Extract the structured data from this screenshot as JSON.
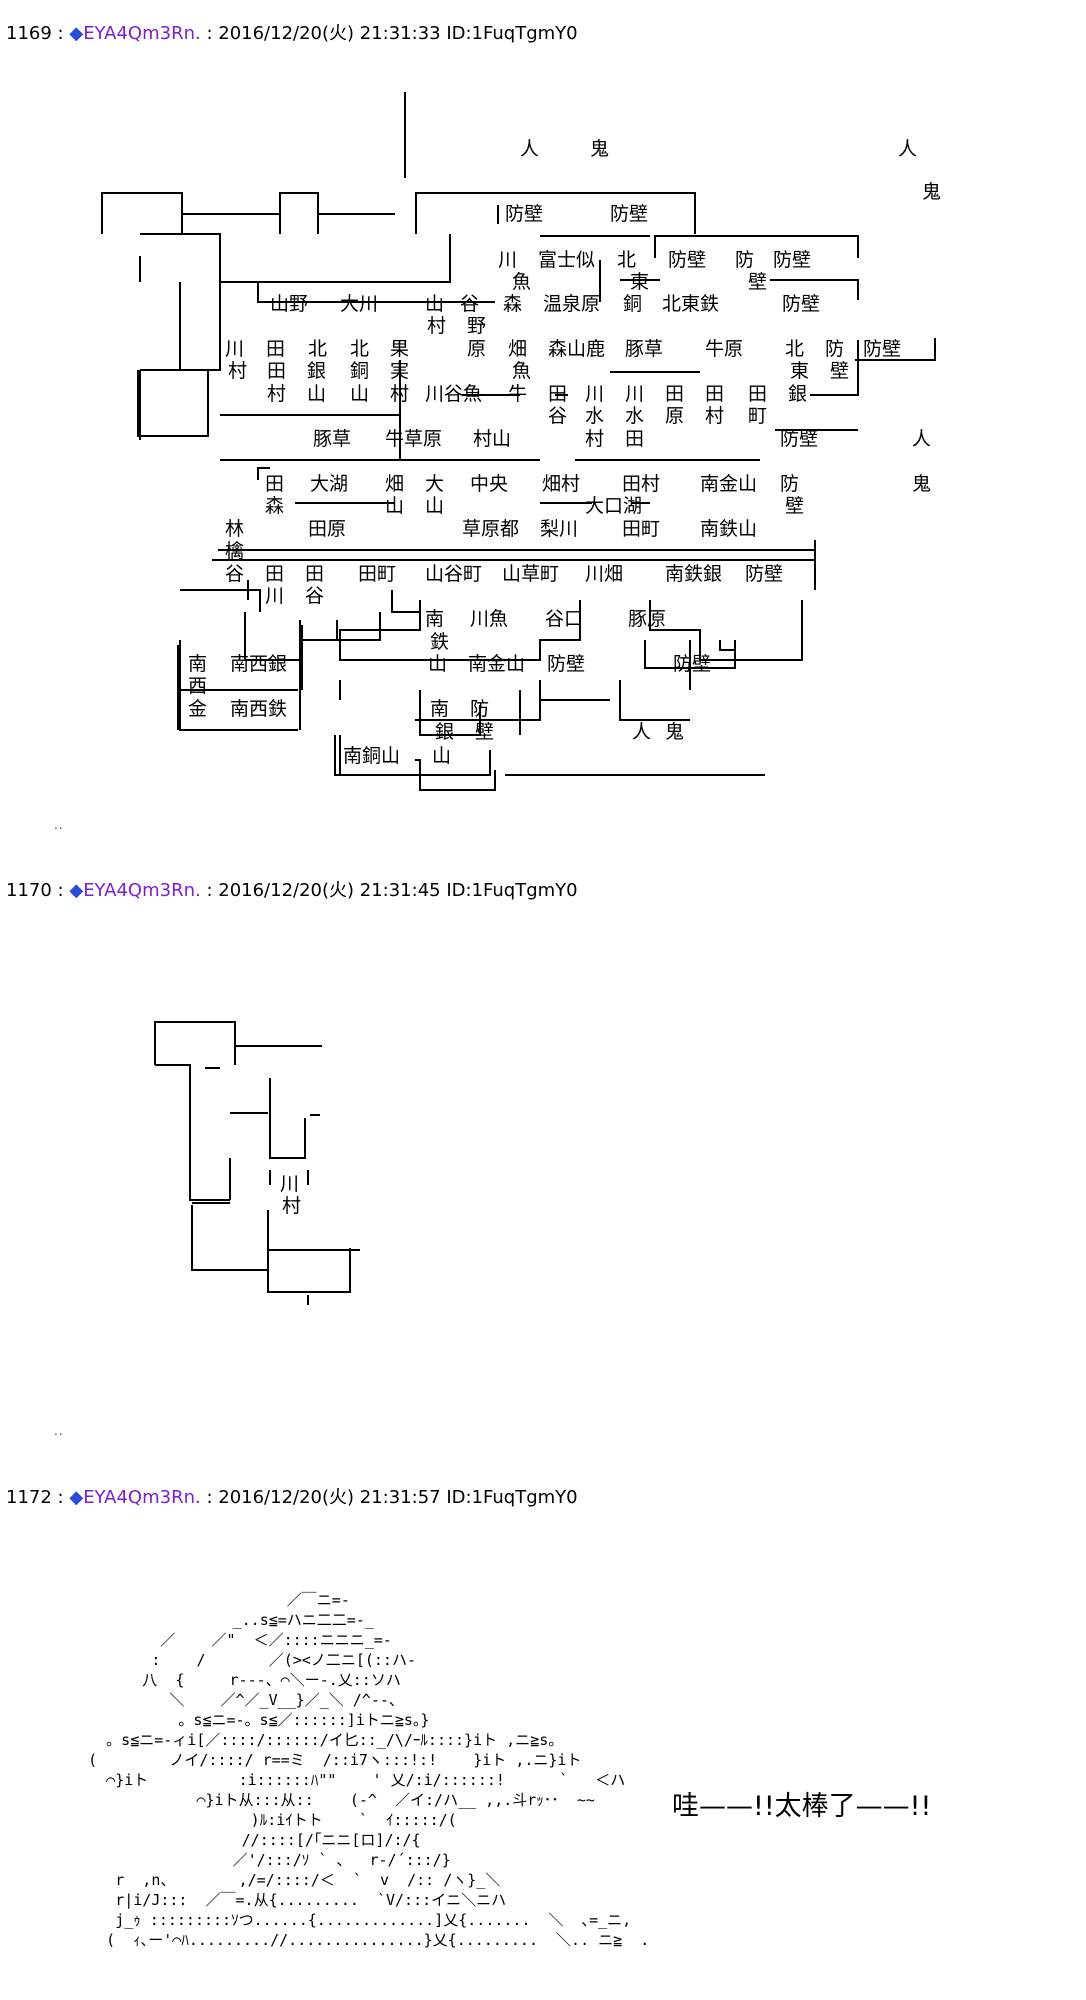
{
  "posts": [
    {
      "number": "1169 :",
      "diamond": "◆",
      "name": "EYA4Qm3Rn.",
      "meta": ": 2016/12/20(火) 21:31:33 ID:1FuqTgmY0"
    },
    {
      "number": "1170 :",
      "diamond": "◆",
      "name": "EYA4Qm3Rn.",
      "meta": ": 2016/12/20(火) 21:31:45 ID:1FuqTgmY0"
    },
    {
      "number": "1172 :",
      "diamond": "◆",
      "name": "EYA4Qm3Rn.",
      "meta": ": 2016/12/20(火) 21:31:57 ID:1FuqTgmY0"
    }
  ],
  "separator": "..",
  "map1": {
    "labels": [
      "人",
      "鬼",
      "人",
      "鬼",
      "防壁",
      "防壁",
      "川",
      "富士似",
      "北",
      "防壁",
      "防",
      "防壁",
      "魚",
      "東",
      "壁",
      "山野",
      "大川",
      "山",
      "谷",
      "森",
      "温泉原",
      "銅",
      "北東鉄",
      "防壁",
      "村",
      "野",
      "川",
      "田",
      "北",
      "北",
      "果",
      "原",
      "畑",
      "森山鹿",
      "豚草",
      "牛原",
      "北",
      "防",
      "防壁",
      "村",
      "田",
      "銀",
      "銅",
      "実",
      "魚",
      "東",
      "壁",
      "村",
      "山",
      "山",
      "村",
      "川谷魚",
      "牛",
      "田",
      "川",
      "川",
      "田",
      "田",
      "田",
      "銀",
      "谷",
      "水",
      "水",
      "原",
      "村",
      "町",
      "豚草",
      "牛草原",
      "村山",
      "村",
      "田",
      "防壁",
      "人",
      "田",
      "大湖",
      "畑",
      "大",
      "中央",
      "畑村",
      "田村",
      "南金山",
      "防",
      "鬼",
      "森",
      "山",
      "山",
      "大口湖",
      "壁",
      "林",
      "田原",
      "草原都",
      "梨川",
      "田町",
      "南鉄山",
      "檎",
      "谷",
      "田",
      "田",
      "田町",
      "山谷町",
      "山草町",
      "川畑",
      "南鉄銀",
      "防壁",
      "川",
      "谷",
      "南",
      "川魚",
      "谷口",
      "豚原",
      "鉄",
      "南",
      "南西銀",
      "山",
      "南金山",
      "防壁",
      "防壁",
      "西",
      "金",
      "南西鉄",
      "南",
      "防",
      "銀",
      "壁",
      "人",
      "鬼",
      "南銅山",
      "山"
    ]
  },
  "map2": {
    "labels": [
      "川",
      "村"
    ]
  },
  "ascii_art": "                          ／￣ニ=-\n                    _..s≦=ハニ二二=-_\n            ／    ／\"  ＜／::::ニニニ_=-\n           :    /       ／(><ノ二ニ[(::ハ-\n          八  {     r---、⌒＼ー-.乂::ソハ\n             ＼    ／^／_V__}／_＼ /^--、\n              。s≦ニ=-。s≦／::::::]iトニ≧s。}\n      。s≦ニ=-ィi[／::::/::::::/イ匕::_/\\/ｰﾙ::::}iト ,ニ≧s。\n    (        ノイ/::::/ r==ミ  /::i7ヽ:::!:!    }iト ,.ニ}iト\n      ⌒}iト          :i::::::ﾊ\"\"    ' 乂/:i/::::::!      `   ＜ハ\n                ⌒}iト从:::从::    (-^  ／イ:/ハ__ ,,.斗rｯ･･  ~~\n                      )ﾙ:iｲトト    `  ｲ:::::/(\n                     //::::[/｢ニニ[ロ]/:/{\n                    ／'/:::/ｿ ` 、  r-/´:::/}\n       r  ,n、       ,/=/::::/＜  `  v  /:: /ヽ}_＼\n       r|i/J:::  ／￣=.从{.........  `V/:::イニ＼ニハ\n       j_ｩ :::::::::ｿつ......{.............]乂{.......  ＼  ､=_ニ,\n      (  ｨ､ー'⌒ﾊ.........//...............}乂{.........  ＼.. ニ≧  .",
  "shout": "哇——!!太棒了——!!"
}
